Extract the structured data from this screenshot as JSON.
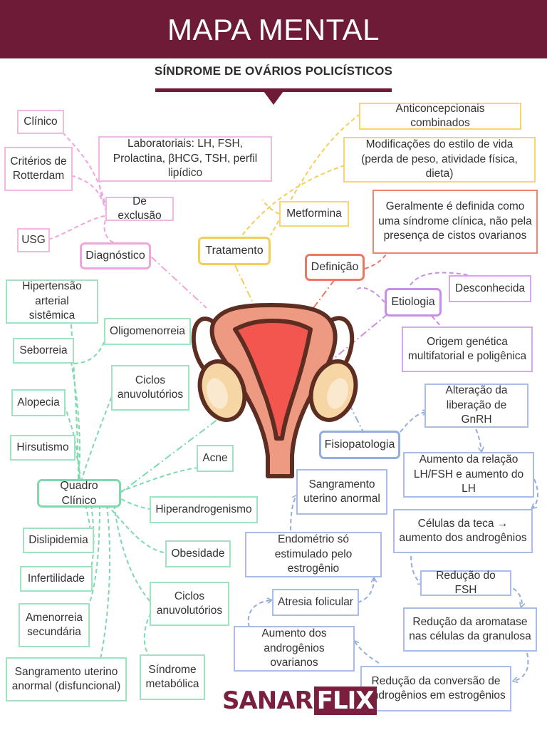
{
  "header": {
    "title": "MAPA MENTAL"
  },
  "subtitle": "SÍNDROME DE OVÁRIOS POLICÍSTICOS",
  "colors": {
    "brand": "#6d1b36",
    "diagnostico": "#f2b7e3",
    "tratamento": "#f5d76e",
    "definicao": "#ef8470",
    "etiologia": "#d7a6ee",
    "quadro_clinico": "#9fe3c3",
    "fisiopatologia": "#a9bde6"
  },
  "diagnostico": {
    "label": "Diagnóstico",
    "clinico": "Clínico",
    "criterios": "Critérios de Rotterdam",
    "laboratoriais": "Laboratoriais: LH, FSH, Prolactina, βHCG, TSH, perfil lipídico",
    "exclusao": "De exclusão",
    "usg": "USG"
  },
  "tratamento": {
    "label": "Tratamento",
    "anticoncepcionais": "Anticoncepcionais combinados",
    "estilo_vida": "Modificações do estilo de vida (perda de peso, atividade física, dieta)",
    "metformina": "Metformina"
  },
  "definicao": {
    "label": "Definição",
    "texto": "Geralmente é definida como uma síndrome clínica, não pela presença de cistos ovarianos"
  },
  "etiologia": {
    "label": "Etiologia",
    "desconhecida": "Desconhecida",
    "genetica": "Origem genética multifatorial e poligênica"
  },
  "quadro_clinico": {
    "label": "Quadro Clínico",
    "hipertensao": "Hipertensão arterial sistêmica",
    "oligomenorreia": "Oligomenorreia",
    "seborreia": "Seborreia",
    "ciclos1": "Ciclos anuvolutórios",
    "alopecia": "Alopecia",
    "hirsutismo": "Hirsutismo",
    "acne": "Acne",
    "hiperandrogenismo": "Hiperandrogenismo",
    "dislipidemia": "Dislipidemia",
    "obesidade": "Obesidade",
    "infertilidade": "Infertilidade",
    "ciclos2": "Ciclos anuvolutórios",
    "amenorreia": "Amenorreia secundária",
    "sangramento": "Sangramento uterino anormal (disfuncional)",
    "sindrome_metabolica": "Síndrome metabólica"
  },
  "fisiopatologia": {
    "label": "Fisiopatologia",
    "gnrh": "Alteração da liberação de GnRH",
    "lh_fsh": "Aumento da relação LH/FSH e aumento do LH",
    "teca": "Células da teca → aumento dos androgênios",
    "fsh": "Redução do FSH",
    "aromatase": "Redução da aromatase nas células da granulosa",
    "conversao": "Redução da conversão de androgênios em estrogênios",
    "androgenios_ovarianos": "Aumento dos androgênios ovarianos",
    "atresia": "Atresia folicular",
    "endometrio": "Endométrio só estimulado pelo estrogênio",
    "sangramento": "Sangramento uterino anormal"
  },
  "logo": {
    "text1": "SANAR",
    "text2": "FLIX"
  }
}
